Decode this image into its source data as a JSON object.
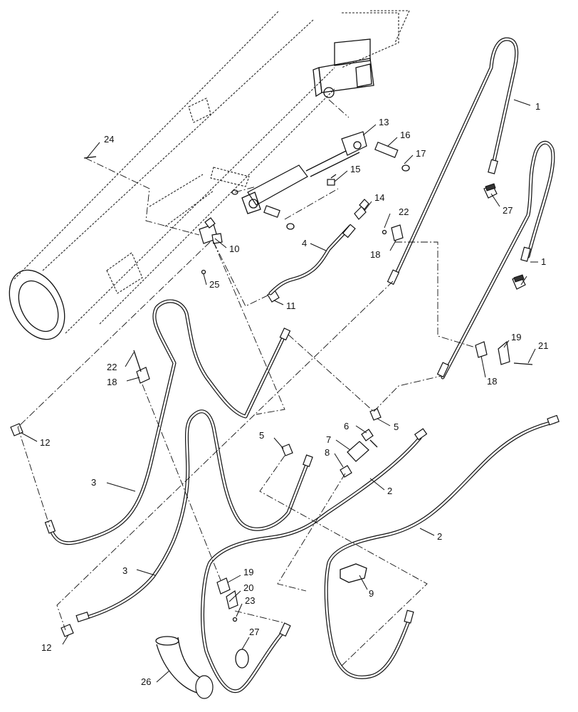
{
  "callouts": [
    "1",
    "1",
    "2",
    "2",
    "3",
    "3",
    "4",
    "5",
    "5",
    "6",
    "7",
    "8",
    "9",
    "10",
    "11",
    "12",
    "12",
    "13",
    "14",
    "15",
    "16",
    "17",
    "18",
    "18",
    "18",
    "19",
    "19",
    "20",
    "21",
    "22",
    "22",
    "23",
    "24",
    "25",
    "26",
    "27",
    "27"
  ]
}
